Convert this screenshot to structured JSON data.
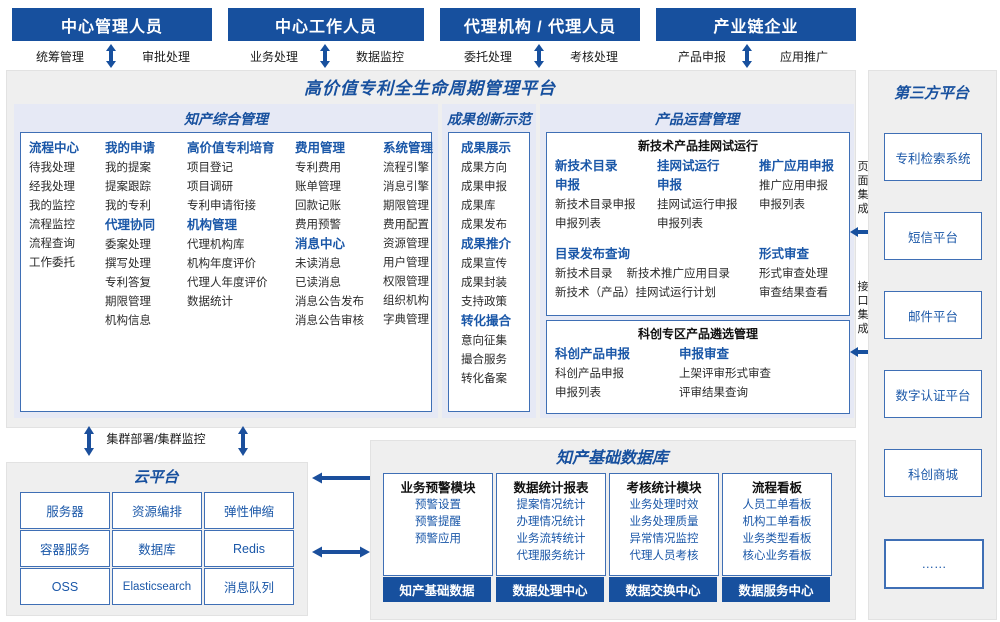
{
  "personas": [
    {
      "label": "中心管理人员",
      "left_flow": "统筹管理",
      "right_flow": "审批处理"
    },
    {
      "label": "中心工作人员",
      "left_flow": "业务处理",
      "right_flow": "数据监控"
    },
    {
      "label": "代理机构 / 代理人员",
      "left_flow": "委托处理",
      "right_flow": "考核处理"
    },
    {
      "label": "产业链企业",
      "left_flow": "产品申报",
      "right_flow": "应用推广"
    }
  ],
  "platform": {
    "title": "高价值专利全生命周期管理平台",
    "groups": {
      "ip_management": {
        "title": "知产综合管理",
        "columns": [
          {
            "heads": [
              {
                "head": "流程中心",
                "items": [
                  "待我处理",
                  "经我处理",
                  "我的监控",
                  "流程监控",
                  "流程查询",
                  "工作委托"
                ]
              }
            ]
          },
          {
            "heads": [
              {
                "head": "我的申请",
                "items": [
                  "我的提案",
                  "提案跟踪",
                  "我的专利"
                ]
              },
              {
                "head": "代理协同",
                "items": [
                  "委案处理",
                  "撰写处理",
                  "专利答复",
                  "期限管理",
                  "机构信息"
                ]
              }
            ]
          },
          {
            "heads": [
              {
                "head": "高价值专利培育",
                "items": [
                  "项目登记",
                  "项目调研",
                  "专利申请衔接"
                ]
              },
              {
                "head": "机构管理",
                "items": [
                  "代理机构库",
                  "机构年度评价",
                  "代理人年度评价",
                  "数据统计"
                ]
              }
            ]
          },
          {
            "heads": [
              {
                "head": "费用管理",
                "items": [
                  "专利费用",
                  "账单管理",
                  "回款记账",
                  "费用预警"
                ]
              },
              {
                "head": "消息中心",
                "items": [
                  "未读消息",
                  "已读消息",
                  "消息公告发布",
                  "消息公告审核"
                ]
              }
            ]
          },
          {
            "heads": [
              {
                "head": "系统管理",
                "items": [
                  "流程引擎",
                  "消息引擎",
                  "期限管理",
                  "费用配置",
                  "资源管理",
                  "用户管理",
                  "权限管理",
                  "组织机构",
                  "字典管理"
                ]
              }
            ]
          }
        ]
      },
      "achievement": {
        "title": "成果创新示范",
        "columns": [
          {
            "heads": [
              {
                "head": "成果展示",
                "items": [
                  "成果方向",
                  "成果申报",
                  "成果库",
                  "成果发布"
                ]
              },
              {
                "head": "成果推介",
                "items": [
                  "成果宣传",
                  "成果封装",
                  "支持政策"
                ]
              },
              {
                "head": "转化撮合",
                "items": [
                  "意向征集",
                  "撮合服务",
                  "转化备案"
                ]
              }
            ]
          }
        ]
      },
      "product_ops": {
        "title": "产品运营管理",
        "subboxes": [
          {
            "title": "新技术产品挂网试运行",
            "columns": [
              {
                "heads": [
                  {
                    "head": "新技术目录申报",
                    "items": [
                      "新技术目录申报",
                      "申报列表"
                    ]
                  },
                  {
                    "head": "目录发布查询",
                    "items": [
                      "新技术目录",
                      "新技术（产品）挂网试运行计划"
                    ]
                  }
                ]
              },
              {
                "heads": [
                  {
                    "head": "挂网试运行申报",
                    "items": [
                      "挂网试运行申报",
                      "申报列表"
                    ]
                  },
                  {
                    "head": "",
                    "items": [
                      "新技术推广应用目录"
                    ]
                  }
                ]
              },
              {
                "heads": [
                  {
                    "head": "推广应用申报",
                    "items": [
                      "推广应用申报",
                      "申报列表"
                    ]
                  },
                  {
                    "head": "形式审查",
                    "items": [
                      "形式审查处理",
                      "审查结果查看"
                    ]
                  }
                ]
              }
            ]
          },
          {
            "title": "科创专区产品遴选管理",
            "columns": [
              {
                "heads": [
                  {
                    "head": "科创产品申报",
                    "items": [
                      "科创产品申报",
                      "申报列表"
                    ]
                  }
                ]
              },
              {
                "heads": [
                  {
                    "head": "申报审查",
                    "items": [
                      "上架评审形式审查",
                      "评审结果查询"
                    ]
                  }
                ]
              }
            ]
          }
        ]
      }
    }
  },
  "integration": {
    "page_label": "页面集成",
    "api_label": "接口集成"
  },
  "third_party": {
    "title": "第三方平台",
    "items": [
      "专利检索系统",
      "短信平台",
      "邮件平台",
      "数字认证平台",
      "科创商城",
      "……"
    ]
  },
  "cloud": {
    "cluster_label": "集群部署/集群监控",
    "title": "云平台",
    "cells": [
      "服务器",
      "资源编排",
      "弹性伸缩",
      "容器服务",
      "数据库",
      "Redis",
      "OSS",
      "Elasticsearch",
      "消息队列"
    ]
  },
  "database": {
    "title": "知产基础数据库",
    "columns": [
      {
        "head": "业务预警模块",
        "items": [
          "预警设置",
          "预警提醒",
          "预警应用"
        ],
        "footer": "知产基础数据"
      },
      {
        "head": "数据统计报表",
        "items": [
          "提案情况统计",
          "办理情况统计",
          "业务流转统计",
          "代理服务统计"
        ],
        "footer": "数据处理中心"
      },
      {
        "head": "考核统计模块",
        "items": [
          "业务处理时效",
          "业务处理质量",
          "异常情况监控",
          "代理人员考核"
        ],
        "footer": "数据交换中心"
      },
      {
        "head": "流程看板",
        "items": [
          "人员工单看板",
          "机构工单看板",
          "业务类型看板",
          "核心业务看板"
        ],
        "footer": "数据服务中心"
      }
    ]
  },
  "colors": {
    "brand_blue": "#17509e",
    "link_blue": "#1a57a8",
    "panel_bg": "#e6e9f5",
    "frame_bg": "#efefef",
    "border_blue": "#3f6fb5"
  }
}
